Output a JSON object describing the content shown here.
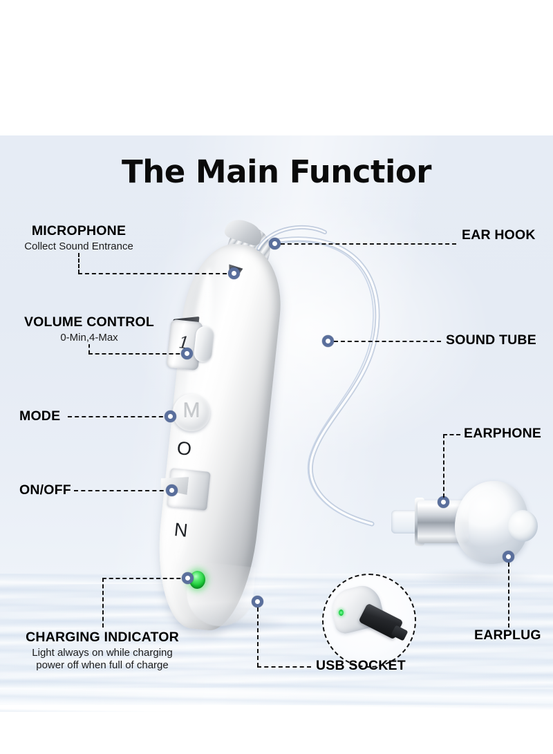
{
  "poster": {
    "title": "The Main Functior",
    "background_color": "#e6ecf5",
    "accent_color": "#5a6f9c",
    "led_color": "#18c935"
  },
  "device": {
    "volume_dial_value": "1",
    "mode_button_letter": "M",
    "switch_letter_on": "O",
    "switch_letter_off": "N"
  },
  "callouts": {
    "microphone": {
      "title": "MICROPHONE",
      "subtitle": "Collect Sound Entrance"
    },
    "volume_control": {
      "title": "VOLUME CONTROL",
      "subtitle": "0-Min,4-Max"
    },
    "mode": {
      "title": "MODE"
    },
    "on_off": {
      "title": "ON/OFF"
    },
    "charging_indicator": {
      "title": "CHARGING INDICATOR",
      "subtitle_line1": "Light always on while charging",
      "subtitle_line2": "power off when full of charge"
    },
    "ear_hook": {
      "title": "EAR HOOK"
    },
    "sound_tube": {
      "title": "SOUND TUBE"
    },
    "earphone": {
      "title": "EARPHONE"
    },
    "earplug": {
      "title": "EARPLUG"
    },
    "usb_socket": {
      "title": "USB SOCKET"
    }
  }
}
